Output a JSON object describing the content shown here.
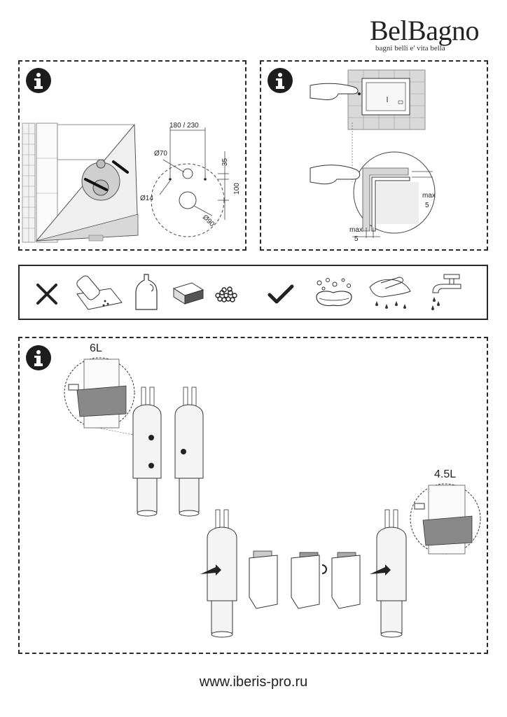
{
  "brand": {
    "name": "BelBagno",
    "tagline": "bagni belli e' vita bella"
  },
  "panel_top_left": {
    "icon": "info-icon",
    "dimensions": {
      "spacing": "180 / 230",
      "dia_top": "Ø70",
      "dia_small": "Ø14",
      "dia_bottom": "Ø90",
      "offset_top": "35",
      "offset_bottom": "100"
    }
  },
  "panel_top_right": {
    "icon": "info-icon",
    "max_right_label": "max",
    "max_right_value": "5",
    "max_bottom_label": "max",
    "max_bottom_value": "5"
  },
  "cleaning_strip": {
    "forbidden_icon": "cross-icon",
    "allowed_icon": "check-icon",
    "forbidden_items": [
      "abrasive-powder-icon",
      "chemical-bottle-icon",
      "scouring-sponge-icon",
      "steel-wool-icon"
    ],
    "allowed_items": [
      "soap-sponge-icon",
      "soft-cloth-icon",
      "water-tap-icon"
    ]
  },
  "panel_bottom": {
    "icon": "info-icon",
    "volume_full": "6L",
    "volume_eco": "4.5L"
  },
  "footer": {
    "url": "www.iberis-pro.ru"
  }
}
